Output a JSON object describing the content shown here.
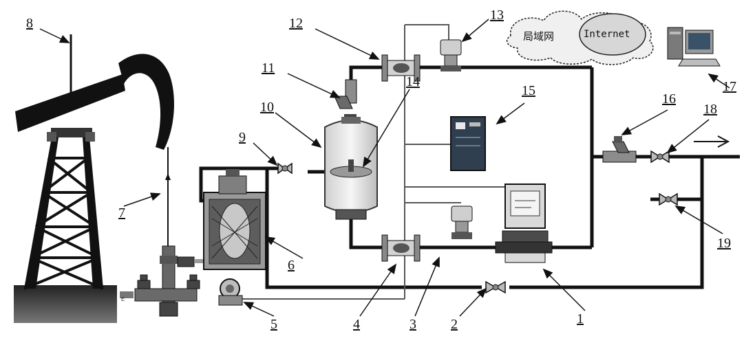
{
  "cloud": {
    "lan_label": "局域网",
    "internet_label": "Internet"
  },
  "labels": [
    "1",
    "2",
    "3",
    "4",
    "5",
    "6",
    "7",
    "8",
    "9",
    "10",
    "11",
    "12",
    "13",
    "14",
    "15",
    "16",
    "18",
    "19",
    "17"
  ],
  "colors": {
    "pipe": "#111111",
    "line": "#555555",
    "tank": "#e6e6e6",
    "cabinet": "#2f3f4f"
  }
}
